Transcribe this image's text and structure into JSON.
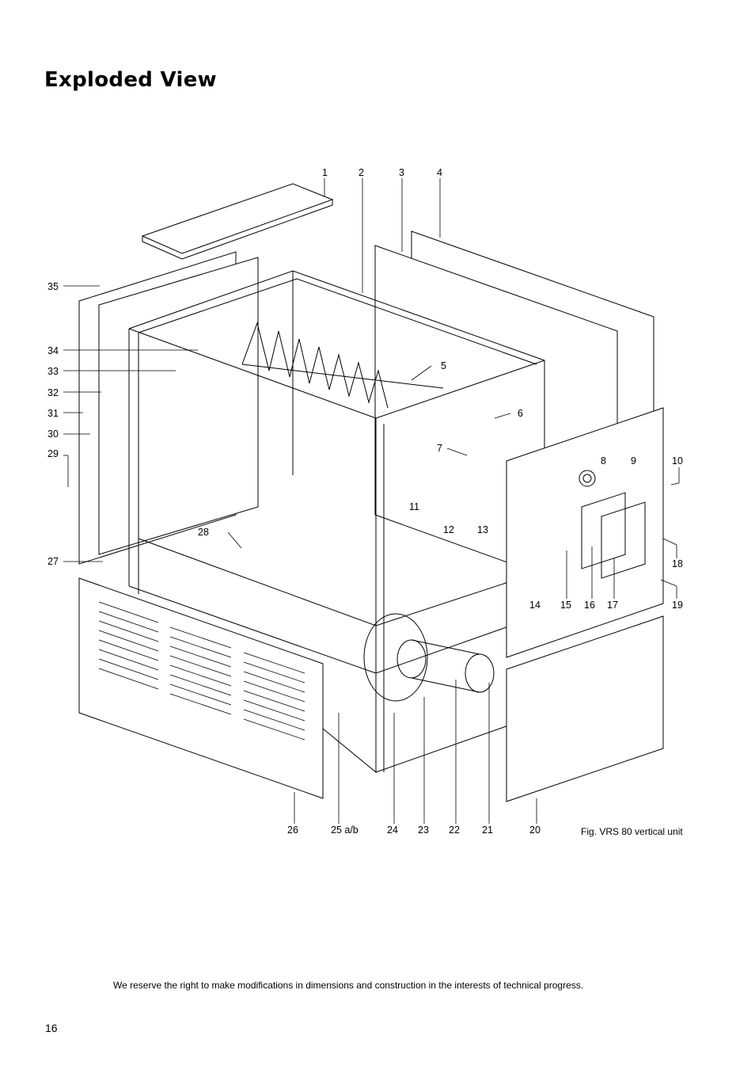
{
  "page": {
    "title": "Exploded View",
    "figure_caption": "Fig. VRS 80 vertical unit",
    "footnote": "We reserve the right to make modifications in dimensions and construction in the interests of technical progress.",
    "page_number": "16"
  },
  "callouts": [
    "1",
    "2",
    "3",
    "4",
    "5",
    "6",
    "7",
    "8",
    "9",
    "10",
    "11",
    "12",
    "13",
    "14",
    "15",
    "16",
    "17",
    "18",
    "19",
    "20",
    "21",
    "22",
    "23",
    "24",
    "25 a/b",
    "26",
    "27",
    "28",
    "29",
    "30",
    "31",
    "32",
    "33",
    "34",
    "35"
  ]
}
